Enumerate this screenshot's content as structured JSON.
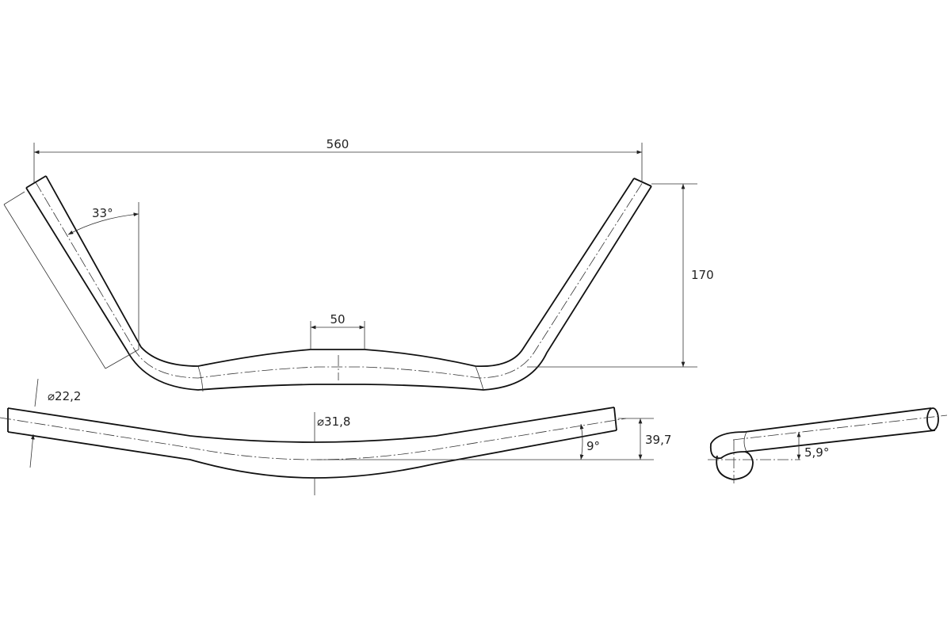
{
  "title": "Handlebar technical drawing",
  "dimensions": {
    "width": "560",
    "angle_sweep": "33°",
    "clamp_width": "50",
    "rise": "170",
    "grip_diameter": "⌀22,2",
    "clamp_diameter": "⌀31,8",
    "backsweep_angle": "9°",
    "drop": "39,7",
    "upsweep_angle": "5,9°"
  },
  "colors": {
    "line": "#111111",
    "background": "#ffffff"
  }
}
